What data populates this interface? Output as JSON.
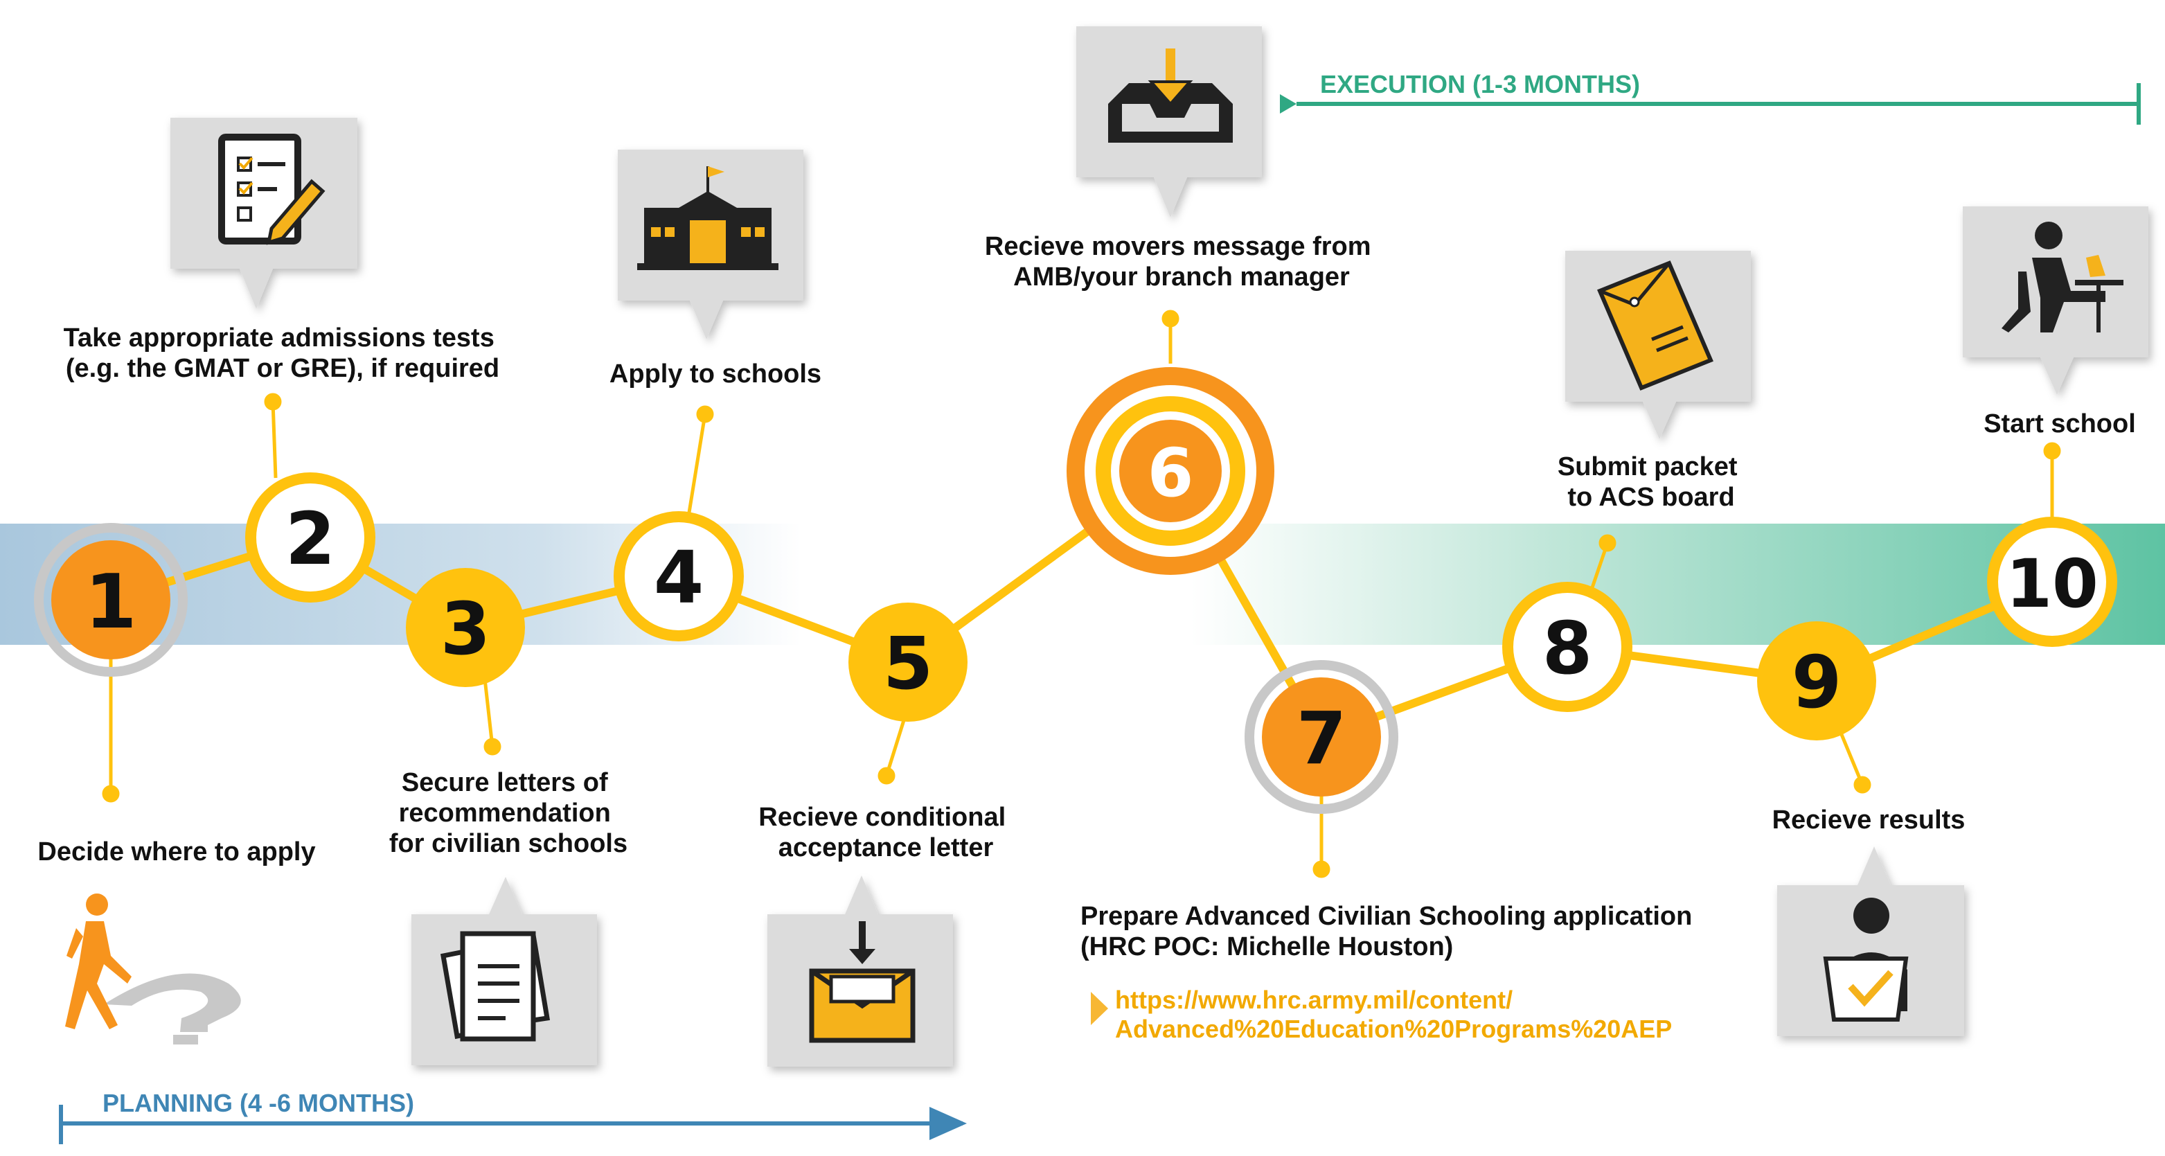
{
  "phases": {
    "planning": "PLANNING (4 -6 MONTHS)",
    "execution": "EXECUTION (1-3 MONTHS)"
  },
  "steps": [
    {
      "number": "1",
      "lines": [
        "Decide where to apply"
      ],
      "icon": "walking-person-question-icon"
    },
    {
      "number": "2",
      "lines": [
        "Take appropriate admissions tests",
        "(e.g. the GMAT or GRE), if required"
      ],
      "icon": "checklist-pencil-icon"
    },
    {
      "number": "3",
      "lines": [
        "Secure letters of",
        "recommendation",
        "for civilian schools"
      ],
      "icon": "documents-icon"
    },
    {
      "number": "4",
      "lines": [
        "Apply to schools"
      ],
      "icon": "school-building-icon"
    },
    {
      "number": "5",
      "lines": [
        "Recieve conditional",
        "acceptance letter"
      ],
      "icon": "envelope-download-icon"
    },
    {
      "number": "6",
      "lines": [
        "Recieve movers message from",
        "AMB/your branch manager"
      ],
      "icon": "inbox-download-icon"
    },
    {
      "number": "7",
      "lines": [
        "Prepare Advanced Civilian Schooling application",
        "(HRC POC: Michelle Houston)"
      ],
      "icon": ""
    },
    {
      "number": "8",
      "lines": [
        "Submit packet",
        "to ACS board"
      ],
      "icon": "folder-packet-icon"
    },
    {
      "number": "9",
      "lines": [
        "Recieve results"
      ],
      "icon": "person-checkmark-board-icon"
    },
    {
      "number": "10",
      "lines": [
        "Start school"
      ],
      "icon": "student-desk-icon"
    }
  ],
  "link": {
    "line1": "https://www.hrc.army.mil/content/",
    "line2": "Advanced%20Education%20Programs%20AEP"
  },
  "colors": {
    "yellow": "#ffc20e",
    "orange": "#f7941d",
    "gray": "#c8c8c8",
    "planning_blue": "#3f86b5",
    "execution_green": "#2fa883",
    "link": "#f2a900"
  }
}
